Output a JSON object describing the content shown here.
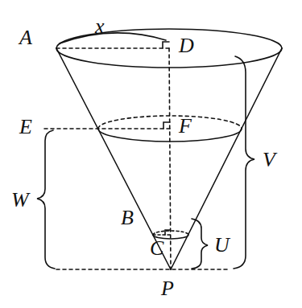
{
  "diagram": {
    "labels": [
      "A",
      "x",
      "D",
      "E",
      "F",
      "W",
      "B",
      "C",
      "U",
      "V",
      "P"
    ]
  }
}
